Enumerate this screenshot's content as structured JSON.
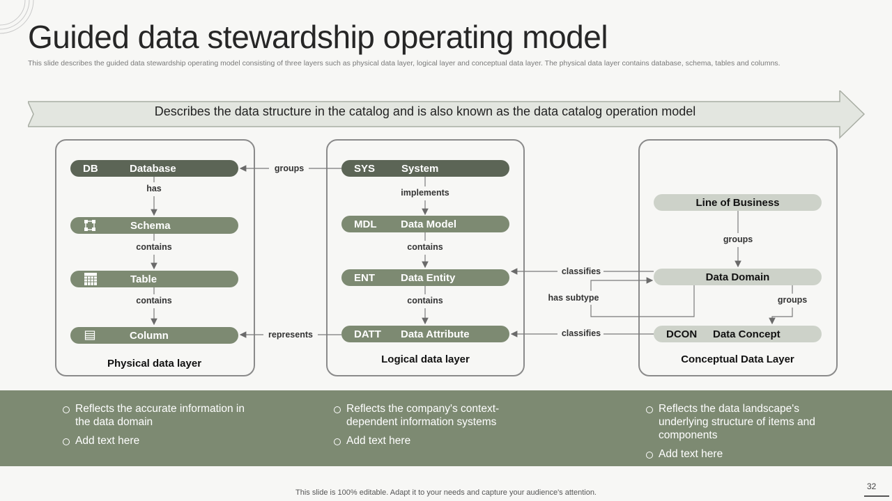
{
  "slide": {
    "title": "Guided data stewardship operating model",
    "subtitle": "This slide describes the guided data stewardship operating model consisting of three layers such as physical data layer, logical layer and conceptual data layer. The physical data layer contains database, schema, tables and columns.",
    "banner": "Describes the data structure in the catalog and is also known as the data catalog operation model",
    "footnote": "This slide is 100% editable. Adapt it to your needs and capture your audience's attention.",
    "page_number": "32"
  },
  "physical": {
    "label": "Physical data layer",
    "database": {
      "abbr": "DB",
      "name": "Database"
    },
    "schema": {
      "name": "Schema",
      "icon": "schema-icon"
    },
    "table": {
      "name": "Table",
      "icon": "table-icon"
    },
    "column": {
      "name": "Column",
      "icon": "column-icon"
    },
    "edges": {
      "has": "has",
      "contains1": "contains",
      "contains2": "contains"
    }
  },
  "logical": {
    "label": "Logical data layer",
    "system": {
      "abbr": "SYS",
      "name": "System"
    },
    "model": {
      "abbr": "MDL",
      "name": "Data Model"
    },
    "entity": {
      "abbr": "ENT",
      "name": "Data Entity"
    },
    "attribute": {
      "abbr": "DATT",
      "name": "Data Attribute"
    },
    "edges": {
      "implements": "implements",
      "contains1": "contains",
      "contains2": "contains"
    }
  },
  "conceptual": {
    "label": "Conceptual Data Layer",
    "lob": {
      "name": "Line of Business"
    },
    "domain": {
      "name": "Data Domain"
    },
    "concept": {
      "abbr": "DCON",
      "name": "Data Concept"
    },
    "edges": {
      "groups1": "groups",
      "groups2": "groups"
    }
  },
  "cross": {
    "groups": "groups",
    "represents": "represents",
    "classifies1": "classifies",
    "classifies2": "classifies",
    "has_subtype": "has subtype"
  },
  "bullets": {
    "col1": [
      "Reflects the accurate information in the data domain",
      "Add text here"
    ],
    "col2": [
      "Reflects the company's context-dependent information systems",
      "Add text here"
    ],
    "col3": [
      "Reflects the data landscape's underlying structure of items and components",
      "Add text here"
    ]
  },
  "colors": {
    "dark_pill": "#5c6556",
    "mid_pill": "#7d8a72",
    "light_pill": "#cdd2c9",
    "band": "#7d8a72"
  }
}
